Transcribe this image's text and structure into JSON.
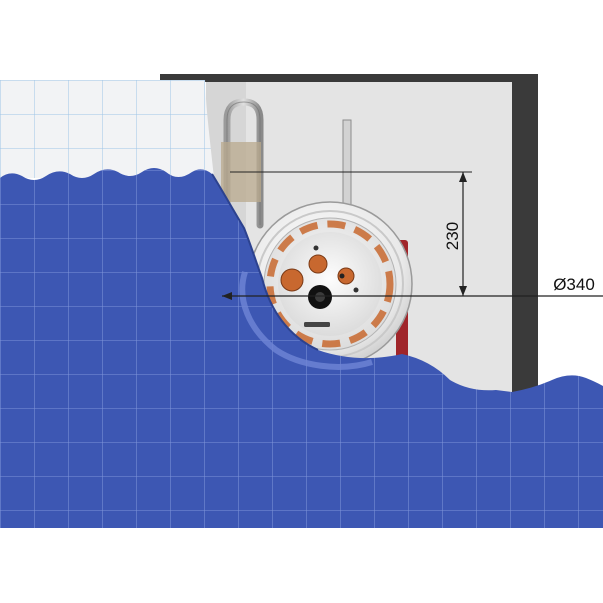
{
  "dimensions": {
    "height_label": "230",
    "diameter_label": "Ø340"
  },
  "colors": {
    "pool_water": "#3d57b3",
    "pool_tile_line": "#7d93d8",
    "wall_tile": "#f2f3f5",
    "wall_tile_line": "#9fc4e6",
    "wall_frame": "#3a3a3a",
    "niche_wall": "#e3e3e3",
    "housing_rim": "#f4f4f4",
    "nozzle_orange": "#c8682f",
    "nozzle_center": "#111111",
    "bracket_red": "#a0252a",
    "dimension_line": "#222222"
  },
  "icons": {
    "device": "counter-current-swim-unit",
    "handle": "grab-rail-icon"
  }
}
